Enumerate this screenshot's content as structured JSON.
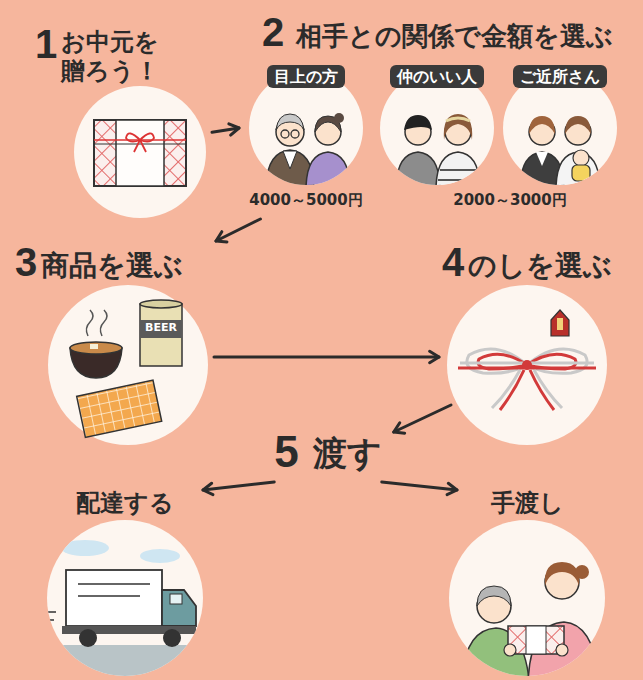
{
  "diagram": {
    "nodes": [
      {
        "text": [
          "1",
          "お中元を 贈ろう！"
        ]
      },
      {
        "text": [
          "目上の方",
          "4000～5000円"
        ]
      },
      {
        "text": [
          "仲のいい人"
        ]
      },
      {
        "text": [
          "ご近所さん"
        ]
      },
      {
        "text": [
          "3",
          "商品を選ぶ"
        ]
      },
      {
        "text": [
          "4",
          "のしを選ぶ"
        ]
      },
      {
        "text": [
          "5",
          "渡す"
        ]
      },
      {
        "text": [
          "配達する"
        ]
      },
      {
        "text": [
          "手渡し"
        ]
      }
    ],
    "edges": [
      {
        "from": 0,
        "to": 1,
        "arrow": "to"
      },
      {
        "from": 1,
        "to": 4,
        "arrow": "to"
      },
      {
        "from": 4,
        "to": 5,
        "arrow": "to"
      },
      {
        "from": 5,
        "to": 6,
        "arrow": "to"
      },
      {
        "from": 6,
        "to": 7,
        "arrow": "to"
      },
      {
        "from": 6,
        "to": 8,
        "arrow": "to"
      }
    ],
    "labels": [
      "2",
      "相手との関係で金額を選ぶ",
      "2000～3000円",
      "BEER"
    ]
  }
}
